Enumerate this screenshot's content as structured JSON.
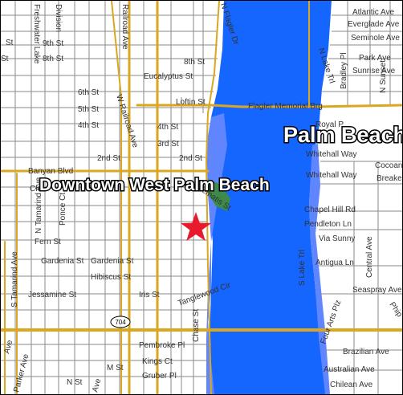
{
  "map": {
    "colors": {
      "water": "#1565ff",
      "water_light": "#5f86ff",
      "park": "#3e8a4a",
      "major_road": "#d9a720",
      "star": "#e81a2e"
    },
    "areas": {
      "downtown": "Downtown West Palm Beach",
      "palm_beach": "Palm Beach"
    },
    "marker": {
      "name": "star-marker"
    },
    "route_shield": "704",
    "streets": {
      "atlantic": "Atlantic Ave",
      "everglade": "Everglade Ave",
      "seminole": "Seminole Ave",
      "park": "Park Ave",
      "sunrise": "Sunrise Ave",
      "flagler_dr": "N Flagler Dr",
      "railroad_top": "Railroad Ave",
      "railroad_w": "W Railroad Ave",
      "division": "Division",
      "freshwater": "Freshwater Lake",
      "lake_trl_n": "N Lake Trl",
      "bradley": "Bradley Pl",
      "sunset": "N Sunset",
      "eighth_e": "8th St",
      "eighth_w": "8th St",
      "ninth_w": "9th St",
      "st_left1": "St",
      "st_left2": "St",
      "eucalyptus": "Eucalyptus St",
      "loftin": "Loftin St",
      "flagler_bridge": "Flagler Memorial Brg",
      "sixth": "6th St",
      "fifth": "5th St",
      "fourth_w": "4th St",
      "fourth_e": "4th St",
      "third": "3rd St",
      "second_w": "2nd St",
      "second_e": "2nd St",
      "banyan": "Banyan Blvd",
      "clem": "Cle",
      "whitehall_1": "Whitehall Way",
      "whitehall_2": "Whitehall Way",
      "cocoanut": "Cocoan",
      "breakers": "Breake",
      "n_tamarind": "N Tamarind Ave",
      "ponce": "Ponce Ct",
      "clematis": "Clematis St",
      "chapel": "Chapel Hill Rd",
      "pendleton": "Pendleton Ln",
      "via_sunny": "Via Sunny",
      "fern": "Fern St",
      "gardenia_w": "Gardenia St",
      "gardenia_e": "Gardenia St",
      "antigua": "Antigua Ln",
      "central": "Central Ave",
      "s_lake_trl": "S Lake Trl",
      "hibiscus": "Hibiscus St",
      "s_tamarind": "S Tamarind Ave",
      "jessamine": "Jessamine St",
      "iris": "Iris St",
      "tanglewood": "Tanglewood Cir",
      "seaspray": "Seaspray Ave",
      "phipps": "Phip",
      "four_arts": "Four Arts Plz",
      "chase": "Chase St",
      "pembroke": "Pembroke Pl",
      "brazilian": "Brazilian Ave",
      "kings": "Kings Ct",
      "gruber": "Gruber Pl",
      "m_st": "M St",
      "n_st": "N St",
      "parker": "Parker Ave",
      "ave_left": "Ave",
      "olive_left": "Ave",
      "australian": "Australian Ave",
      "chilean": "Chilean Ave",
      "royal_palm": "Royal P"
    }
  }
}
